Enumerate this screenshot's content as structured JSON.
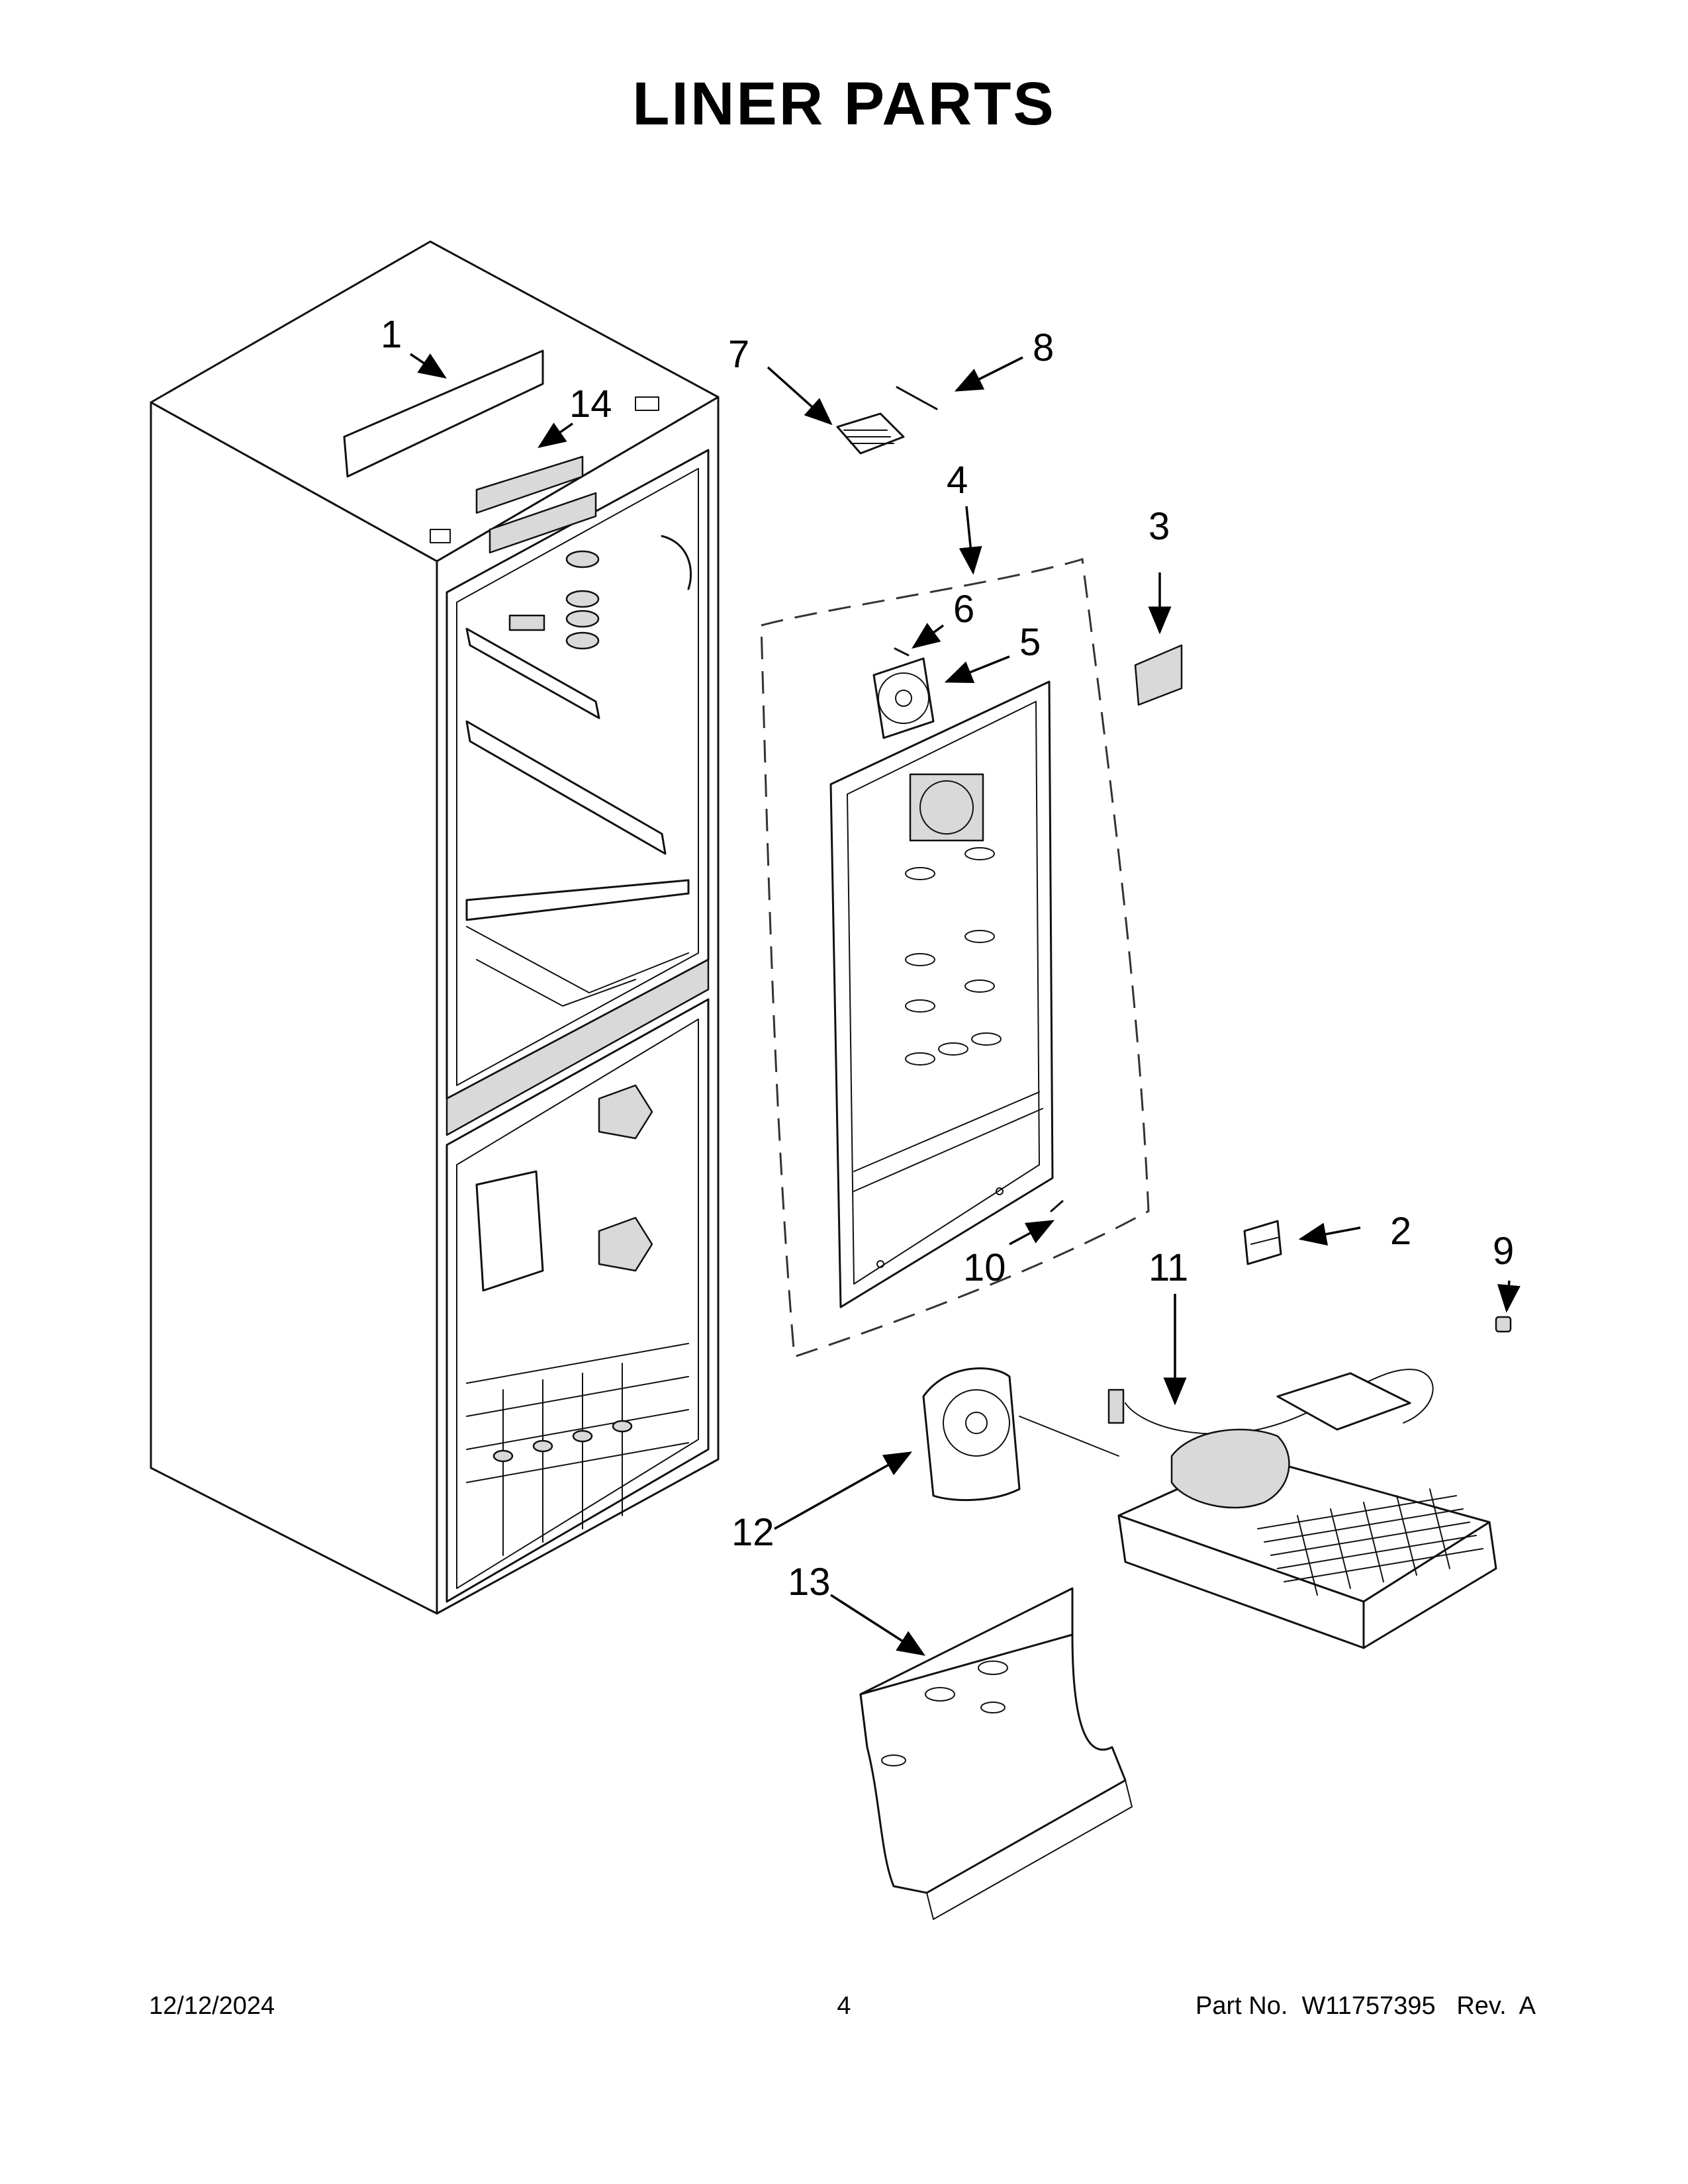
{
  "title": "LINER PARTS",
  "callouts": [
    {
      "id": "1",
      "label": "1"
    },
    {
      "id": "2",
      "label": "2"
    },
    {
      "id": "3",
      "label": "3"
    },
    {
      "id": "4",
      "label": "4"
    },
    {
      "id": "5",
      "label": "5"
    },
    {
      "id": "6",
      "label": "6"
    },
    {
      "id": "7",
      "label": "7"
    },
    {
      "id": "8",
      "label": "8"
    },
    {
      "id": "9",
      "label": "9"
    },
    {
      "id": "10",
      "label": "10"
    },
    {
      "id": "11",
      "label": "11"
    },
    {
      "id": "12",
      "label": "12"
    },
    {
      "id": "13",
      "label": "13"
    },
    {
      "id": "14",
      "label": "14"
    }
  ],
  "footer": {
    "date": "12/12/2024",
    "page": "4",
    "part": "Part No.  W11757395   Rev.  A"
  }
}
